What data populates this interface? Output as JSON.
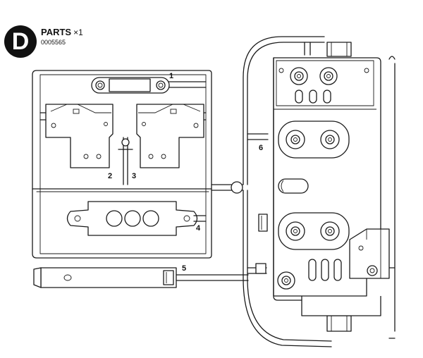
{
  "header": {
    "badge_letter": "D",
    "title": "PARTS",
    "multiplier": "×1",
    "code": "0005565"
  },
  "part_numbers": [
    "1",
    "2",
    "3",
    "4",
    "5",
    "6"
  ]
}
